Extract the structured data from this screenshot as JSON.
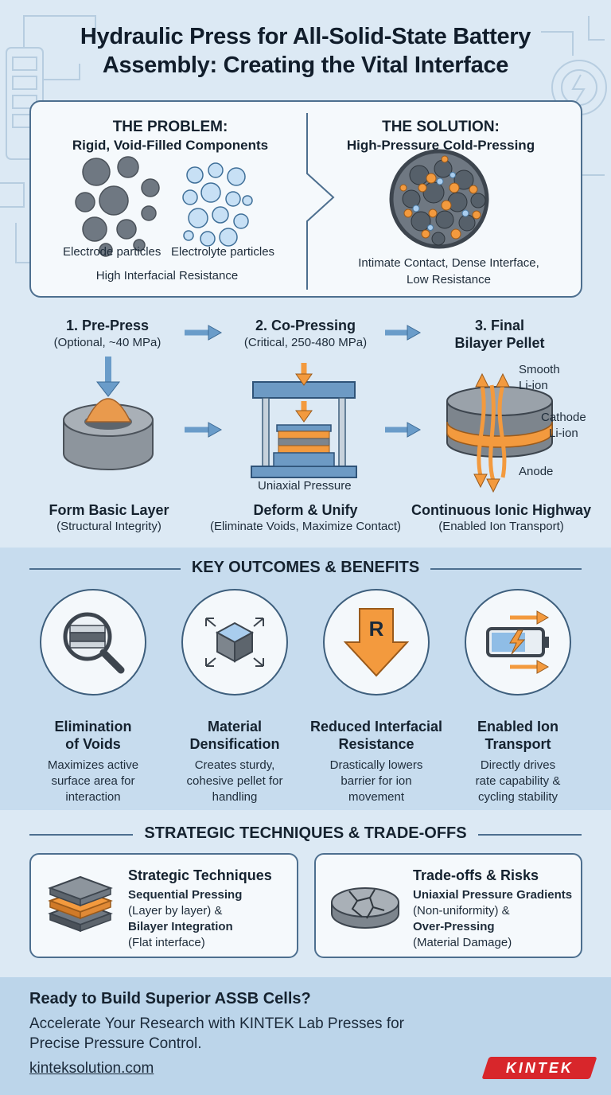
{
  "title": {
    "line1": "Hydraulic Press for All-Solid-State Battery",
    "line2": "Assembly: Creating the Vital Interface"
  },
  "problem": {
    "heading": "THE PROBLEM:",
    "subheading": "Rigid, Void-Filled Components",
    "electrode_label": "Electrode particles",
    "electrolyte_label": "Electrolyte particles",
    "footer": "High Interfacial Resistance"
  },
  "solution": {
    "heading": "THE SOLUTION:",
    "subheading": "High-Pressure Cold-Pressing",
    "footer_line1": "Intimate Contact, Dense Interface,",
    "footer_line2": "Low Resistance"
  },
  "steps": [
    {
      "title": "1. Pre-Press",
      "subtitle": "(Optional, ~40 MPa)",
      "bottom_title": "Form Basic Layer",
      "bottom_sub": "(Structural Integrity)"
    },
    {
      "title": "2. Co-Pressing",
      "subtitle": "(Critical, 250-480 MPa)",
      "bottom_title": "Deform & Unify",
      "bottom_sub": "(Eliminate Voids, Maximize Contact)",
      "diagram_label": "Uniaxial Pressure"
    },
    {
      "title_line1": "3. Final",
      "title_line2": "Bilayer Pellet",
      "bottom_title": "Continuous Ionic Highway",
      "bottom_sub": "(Enabled Ion Transport)",
      "label_smooth": "Smooth",
      "label_liion_top": "Li-ion",
      "label_cathode": "Cathode",
      "label_liion_mid": "Li-ion",
      "label_anode": "Anode"
    }
  ],
  "outcomes": {
    "heading": "KEY OUTCOMES & BENEFITS",
    "items": [
      {
        "icon": "magnifier-icon",
        "title_l1": "Elimination",
        "title_l2": "of Voids",
        "desc_l1": "Maximizes active",
        "desc_l2": "surface area for",
        "desc_l3": "interaction"
      },
      {
        "icon": "cube-icon",
        "title_l1": "Material",
        "title_l2": "Densification",
        "desc_l1": "Creates sturdy,",
        "desc_l2": "cohesive pellet for",
        "desc_l3": "handling"
      },
      {
        "icon": "resistance-arrow-icon",
        "icon_letter": "R",
        "title_l1": "Reduced Interfacial",
        "title_l2": "Resistance",
        "desc_l1": "Drastically lowers",
        "desc_l2": "barrier for ion",
        "desc_l3": "movement"
      },
      {
        "icon": "battery-icon",
        "title_l1": "Enabled Ion",
        "title_l2": "Transport",
        "desc_l1": "Directly drives",
        "desc_l2": "rate capability &",
        "desc_l3": "cycling stability"
      }
    ]
  },
  "strategy": {
    "heading": "STRATEGIC TECHNIQUES & TRADE-OFFS",
    "techniques": {
      "title": "Strategic Techniques",
      "l1": "Sequential Pressing",
      "l2": "(Layer by layer) &",
      "l3": "Bilayer Integration",
      "l4": "(Flat interface)"
    },
    "tradeoffs": {
      "title": "Trade-offs & Risks",
      "l1": "Uniaxial Pressure Gradients",
      "l2": "(Non-uniformity) &",
      "l3": "Over-Pressing",
      "l4": "(Material Damage)"
    }
  },
  "cta": {
    "heading": "Ready to Build Superior ASSB Cells?",
    "line1": "Accelerate Your Research with KINTEK Lab Presses for",
    "line2": "Precise Pressure Control.",
    "url": "kinteksolution.com",
    "logo": "KINTEK"
  },
  "colors": {
    "orange": "#f39a3e",
    "grey": "#6f7882",
    "blue": "#8fbde6",
    "frame": "#4d6f8f",
    "logo_red": "#d8262b"
  }
}
